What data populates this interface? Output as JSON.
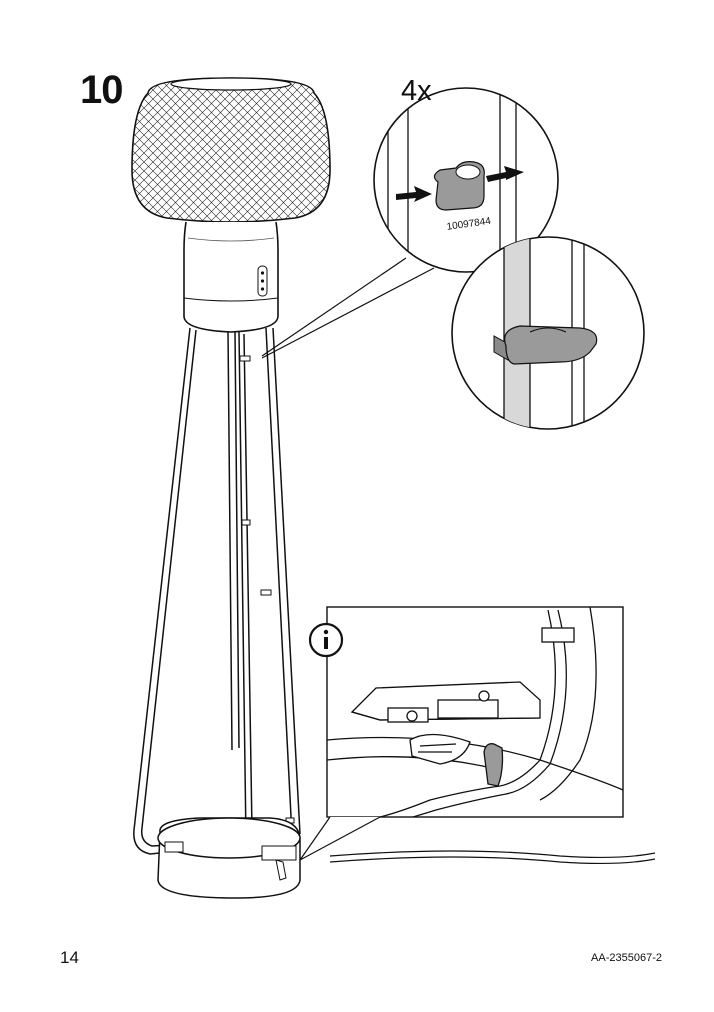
{
  "step": {
    "number": "10"
  },
  "detail": {
    "quantity": "4x",
    "part_number": "10097844"
  },
  "info": {
    "icon": "info-icon"
  },
  "footer": {
    "page_number": "14",
    "document_code": "AA-2355067-2"
  },
  "colors": {
    "line": "#111111",
    "clip_fill": "#9a9a9a",
    "background": "#ffffff"
  }
}
